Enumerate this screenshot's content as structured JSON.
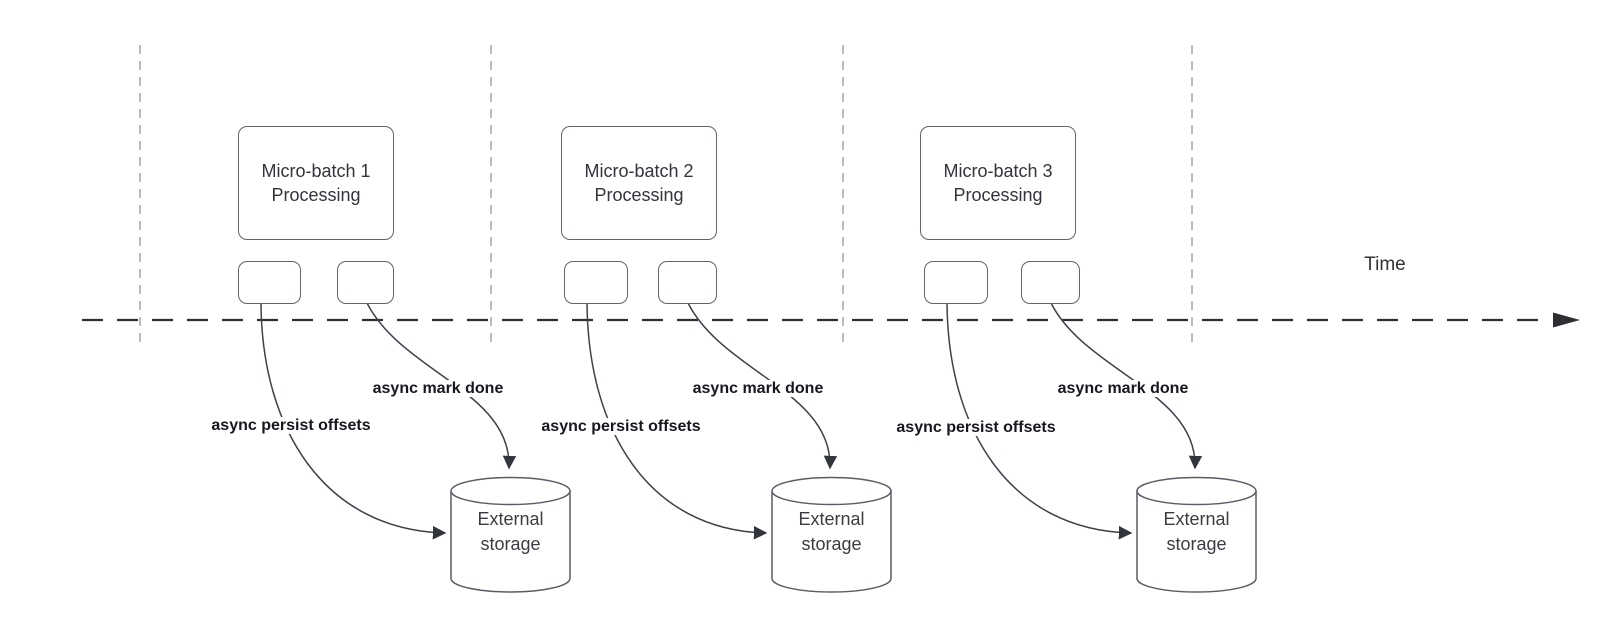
{
  "diagram": {
    "time_axis_label": "Time",
    "groups": [
      {
        "batch_title_line1": "Micro-batch 1",
        "batch_title_line2": "Processing",
        "persist_label": "async persist offsets",
        "mark_done_label": "async mark done",
        "storage_line1": "External",
        "storage_line2": "storage"
      },
      {
        "batch_title_line1": "Micro-batch 2",
        "batch_title_line2": "Processing",
        "persist_label": "async persist offsets",
        "mark_done_label": "async mark done",
        "storage_line1": "External",
        "storage_line2": "storage"
      },
      {
        "batch_title_line1": "Micro-batch 3",
        "batch_title_line2": "Processing",
        "persist_label": "async persist offsets",
        "mark_done_label": "async mark done",
        "storage_line1": "External",
        "storage_line2": "storage"
      }
    ],
    "colors": {
      "ink": "#2d2f33",
      "box_border": "#62646c",
      "lane_divider": "#a9abb0",
      "edge_label_text": "#17181f"
    }
  }
}
